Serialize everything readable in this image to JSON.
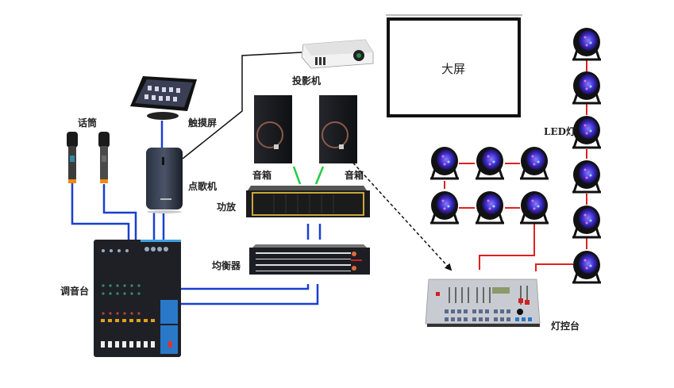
{
  "title": "KTV audio-visual and lighting system connection diagram",
  "colors": {
    "audio_cable": "#1a3fd0",
    "speaker_cable": "#22cc44",
    "light_cable": "#e02020",
    "video_cable": "#111111",
    "device_dark": "#1d1f24",
    "amp_gold": "#c9a83c"
  },
  "devices": {
    "microphones": {
      "label": "话筒",
      "count": 2,
      "icon": "microphone-icon"
    },
    "touchscreen": {
      "label": "触摸屏",
      "icon": "tablet-icon"
    },
    "song_player": {
      "label": "点歌机",
      "icon": "media-player-icon"
    },
    "projector": {
      "label": "投影机",
      "icon": "projector-icon"
    },
    "screen": {
      "label": "大屏",
      "icon": "projection-screen-icon"
    },
    "speaker_left": {
      "label": "音箱",
      "icon": "speaker-icon"
    },
    "speaker_right": {
      "label": "音箱",
      "icon": "speaker-icon"
    },
    "amplifier": {
      "label": "功放",
      "icon": "amplifier-icon"
    },
    "equalizer": {
      "label": "均衡器",
      "icon": "equalizer-icon"
    },
    "mixer": {
      "label": "调音台",
      "icon": "mixer-icon"
    },
    "led_lights": {
      "label": "LED灯",
      "grid_count": 6,
      "column_count": 6,
      "icon": "par-light-icon"
    },
    "light_console": {
      "label": "灯控台",
      "icon": "dmx-console-icon"
    }
  },
  "connections": [
    {
      "from": "microphones",
      "to": "mixer",
      "type": "audio"
    },
    {
      "from": "touchscreen",
      "to": "song_player",
      "type": "audio"
    },
    {
      "from": "song_player",
      "to": "mixer",
      "type": "audio"
    },
    {
      "from": "song_player",
      "to": "projector",
      "type": "video"
    },
    {
      "from": "amplifier",
      "to": "speaker_left",
      "type": "speaker"
    },
    {
      "from": "amplifier",
      "to": "speaker_right",
      "type": "speaker"
    },
    {
      "from": "equalizer",
      "to": "amplifier",
      "type": "audio"
    },
    {
      "from": "mixer",
      "to": "equalizer",
      "type": "audio"
    },
    {
      "from": "speaker_right",
      "to": "light_console",
      "type": "dashed"
    },
    {
      "from": "light_console",
      "to": "led_lights",
      "type": "dmx"
    }
  ]
}
